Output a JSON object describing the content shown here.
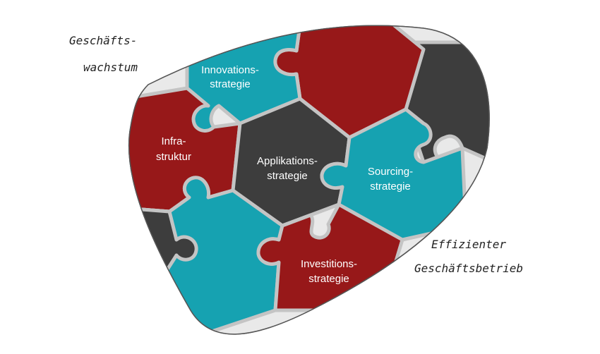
{
  "colors": {
    "teal": "#16a2b1",
    "red": "#971819",
    "dark": "#3d3d3d",
    "border": "#c4c4c4",
    "outline": "#555555"
  },
  "pieces": {
    "innovation": {
      "line1": "Innovations-",
      "line2": "strategie"
    },
    "infrastructure": {
      "line1": "Infra-",
      "line2": "struktur"
    },
    "applications": {
      "line1": "Applikations-",
      "line2": "strategie"
    },
    "sourcing": {
      "line1": "Sourcing-",
      "line2": "strategie"
    },
    "investment": {
      "line1": "Investitions-",
      "line2": "strategie"
    }
  },
  "annotations": {
    "growth": {
      "line1": "Geschäfts-",
      "line2": "wachstum"
    },
    "efficiency": {
      "line1": "Effizienter",
      "line2": "Geschäftsbetrieb"
    }
  }
}
